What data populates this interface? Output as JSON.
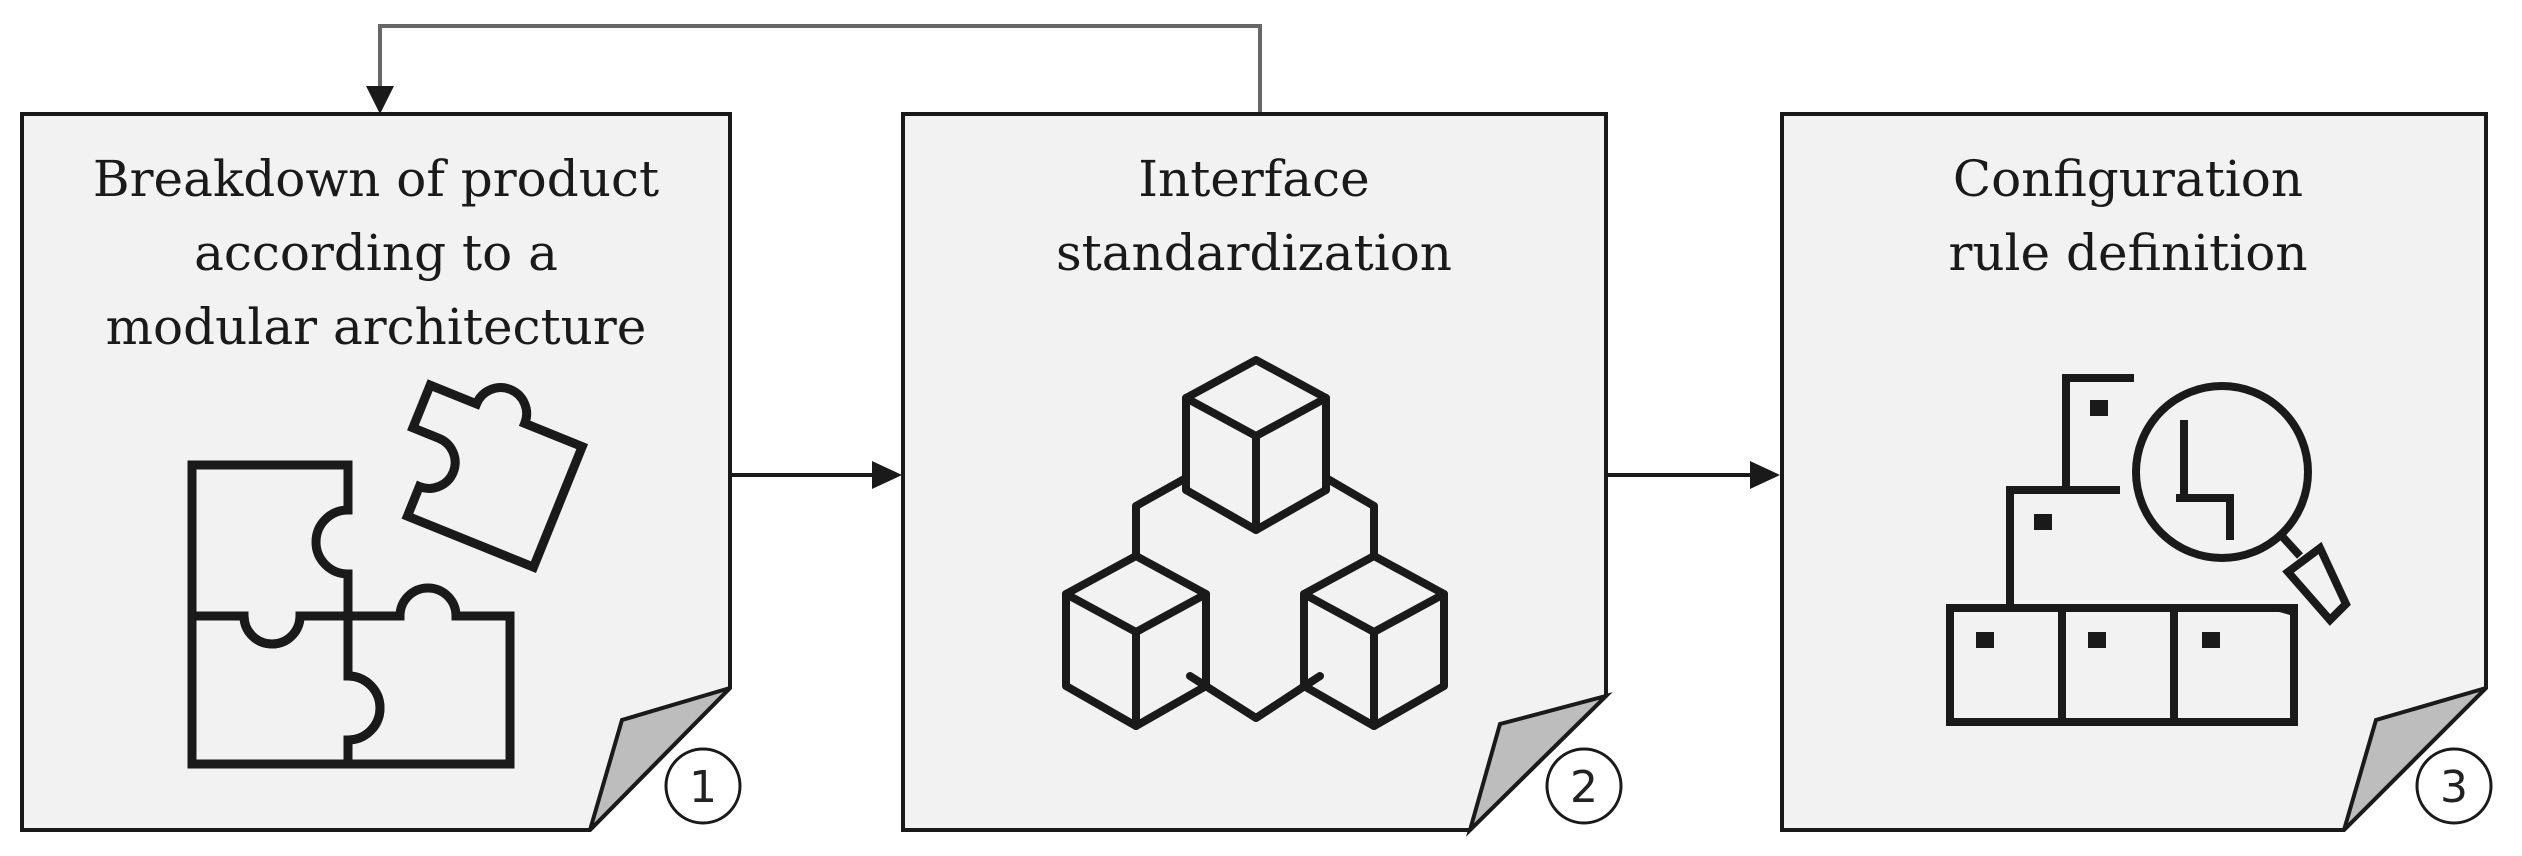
{
  "steps": [
    {
      "title_lines": [
        "Breakdown of product",
        "according to a",
        "modular architecture"
      ],
      "number": "1",
      "icon": "puzzle-icon"
    },
    {
      "title_lines": [
        "Interface",
        "standardization"
      ],
      "number": "2",
      "icon": "connected-cubes-icon"
    },
    {
      "title_lines": [
        "Configuration",
        "rule definition"
      ],
      "number": "3",
      "icon": "boxes-magnifier-icon"
    }
  ],
  "colors": {
    "card_fill": "#f2f2f2",
    "card_stroke": "#1a1a1a",
    "fold_fill": "#bdbdbd",
    "arrow": "#1a1a1a",
    "feedback_line": "#666666"
  }
}
